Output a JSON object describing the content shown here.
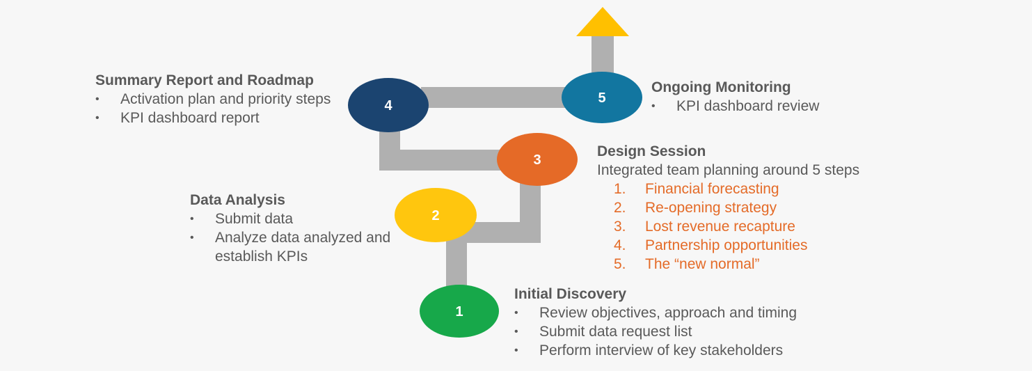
{
  "colors": {
    "connector": "#b0b0b0",
    "arrow": "#ffc000",
    "step1": "#17a84a",
    "step2": "#ffc60e",
    "step3": "#e56a27",
    "step4": "#1b4470",
    "step5": "#1276a0",
    "text": "#595959",
    "highlight": "#e46b28"
  },
  "steps": [
    {
      "number": "1",
      "title": "Initial Discovery",
      "bullets": [
        "Review objectives, approach and timing",
        "Submit data request list",
        "Perform interview of key stakeholders"
      ]
    },
    {
      "number": "2",
      "title": "Data Analysis",
      "bullets": [
        "Submit data",
        "Analyze data analyzed and establish KPIs"
      ]
    },
    {
      "number": "3",
      "title": "Design Session",
      "text": "Integrated team planning around 5 steps",
      "numbered": [
        {
          "marker": "1.",
          "text": "Financial forecasting"
        },
        {
          "marker": "2.",
          "text": "Re-opening strategy"
        },
        {
          "marker": "3.",
          "text": "Lost revenue recapture"
        },
        {
          "marker": "4.",
          "text": "Partnership opportunities"
        },
        {
          "marker": "5.",
          "text": "The “new normal”"
        }
      ]
    },
    {
      "number": "4",
      "title": "Summary Report and Roadmap",
      "bullets": [
        "Activation plan and priority steps",
        "KPI dashboard report"
      ]
    },
    {
      "number": "5",
      "title": "Ongoing Monitoring",
      "bullets": [
        "KPI dashboard review"
      ]
    }
  ],
  "bullet_char": "•"
}
